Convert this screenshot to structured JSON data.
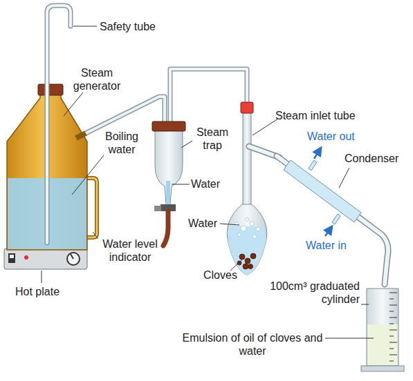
{
  "diagram": {
    "labels": [
      "Safety tube",
      "Steam generator",
      "Boiling water",
      "Steam trap",
      "Steam inlet tube",
      "Water out",
      "Condenser",
      "Water",
      "Water",
      "Water in",
      "Water level indicator",
      "Cloves",
      "Hot plate",
      "100cm³ graduated cylinder",
      "Emulsion of oil of cloves and water"
    ]
  }
}
